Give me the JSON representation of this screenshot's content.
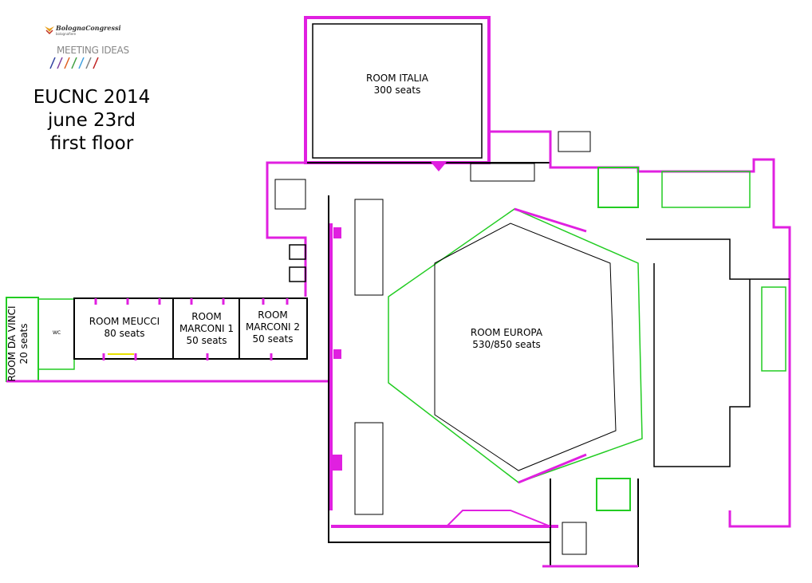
{
  "logo": {
    "brand": "BolognaCongressi",
    "tagline": "bolognafiere",
    "slogan": "MEETING IDEAS"
  },
  "event": {
    "title": "EUCNC 2014",
    "date": "june 23rd",
    "floor": "first floor"
  },
  "rooms": [
    {
      "name": "ROOM ITALIA",
      "seats": "300 seats"
    },
    {
      "name": "ROOM EUROPA",
      "seats": "530/850 seats"
    },
    {
      "name": "ROOM MEUCCI",
      "seats": "80 seats"
    },
    {
      "name": "ROOM MARCONI 1",
      "seats": "50 seats",
      "line1": "ROOM",
      "line2": "MARCONI 1"
    },
    {
      "name": "ROOM MARCONI 2",
      "seats": "50 seats",
      "line1": "ROOM",
      "line2": "MARCONI 2"
    },
    {
      "name": "ROOM DA VINCI",
      "seats": "20 seats"
    }
  ],
  "facilities": {
    "wc": "WC"
  },
  "colors": {
    "wall_accent": "#e020e0",
    "partition": "#22cc22",
    "wall": "#000000"
  }
}
